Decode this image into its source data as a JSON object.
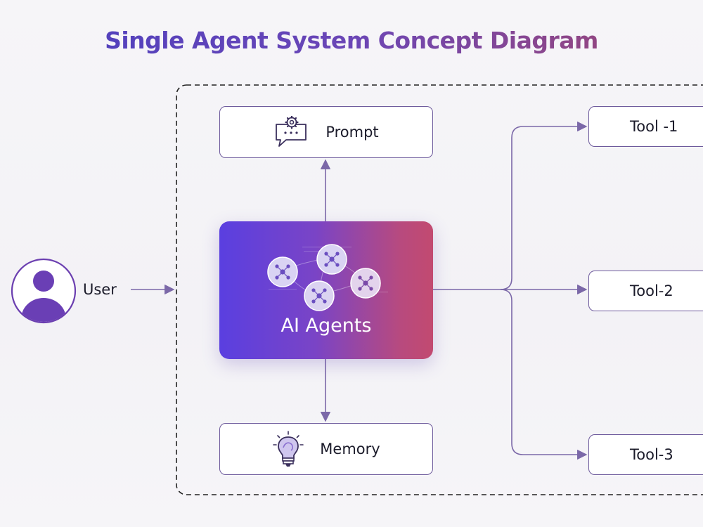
{
  "title": "Single Agent System Concept Diagram",
  "user": {
    "label": "User"
  },
  "agent": {
    "label": "AI Agents"
  },
  "prompt": {
    "label": "Prompt"
  },
  "memory": {
    "label": "Memory"
  },
  "tools": [
    {
      "label": "Tool -1"
    },
    {
      "label": "Tool-2"
    },
    {
      "label": "Tool-3"
    }
  ],
  "colors": {
    "accent_start": "#5a3fe0",
    "accent_end": "#c24a70",
    "line": "#7b68a8",
    "border": "#6d5a9c"
  },
  "icons": [
    "user-icon",
    "gear-chat-icon",
    "lightbulb-icon",
    "neural-network-icon"
  ]
}
